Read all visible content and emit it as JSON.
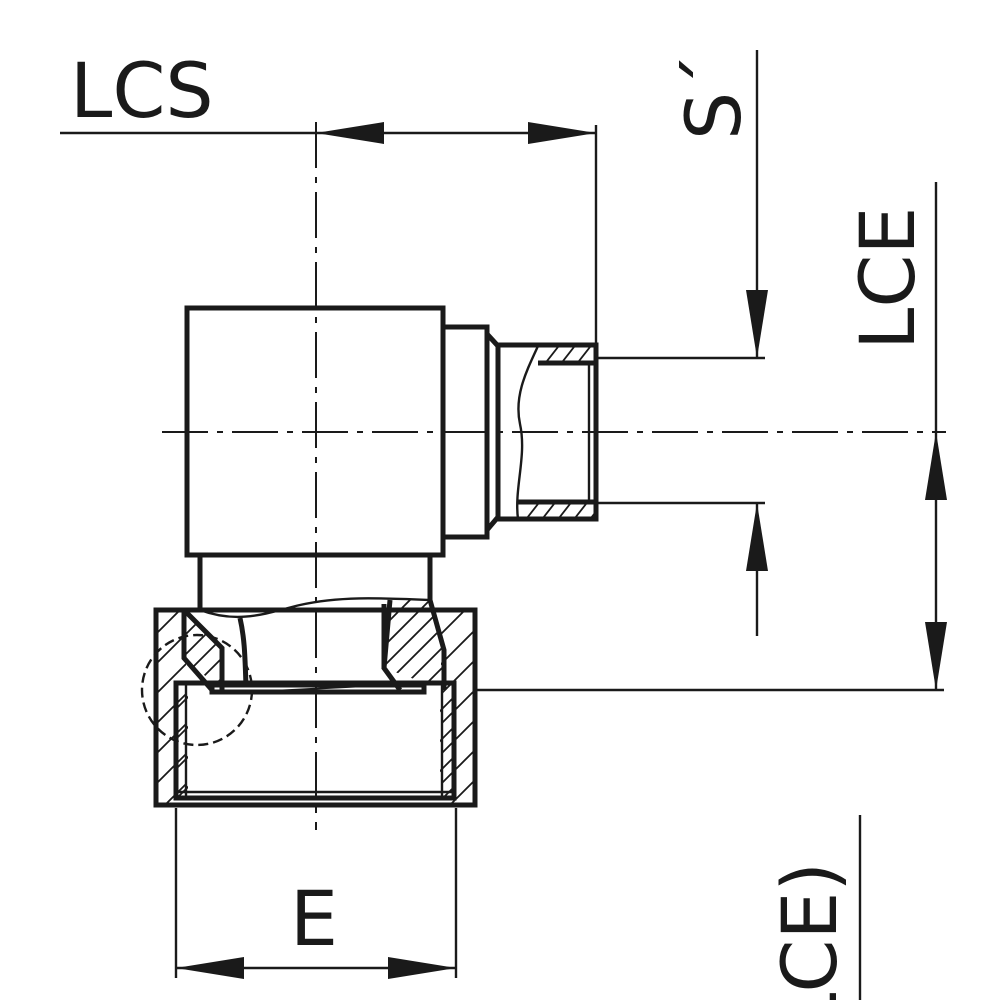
{
  "diagram": {
    "labels": {
      "lcs": "LCS",
      "s_prime": "S´",
      "lce": "LCE",
      "e": "E",
      "lce_partial": "LCE)"
    }
  }
}
